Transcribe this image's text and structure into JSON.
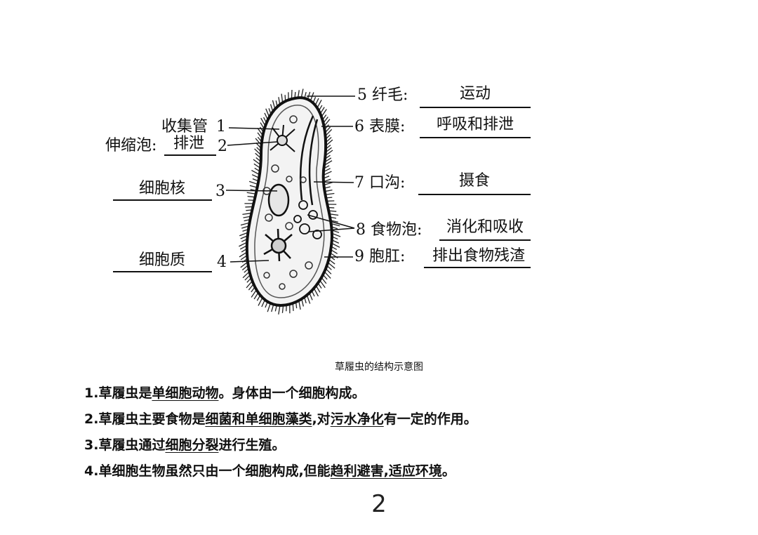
{
  "labels": {
    "collecting_duct": "收集管",
    "collecting_duct_num": "1",
    "contractile_vacuole": "伸缩泡:",
    "contractile_vacuole_answer": "排泄",
    "contractile_vacuole_num": "2",
    "nucleus": "细胞核",
    "nucleus_num": "3",
    "cytoplasm": "细胞质",
    "cytoplasm_num": "4",
    "cilia": "5 纤毛:",
    "cilia_answer": "运动",
    "membrane": "6 表膜:",
    "membrane_answer": "呼吸和排泄",
    "oral_groove": "7 口沟:",
    "oral_groove_answer": "摄食",
    "food_vacuole": "8 食物泡:",
    "food_vacuole_answer": "消化和吸收",
    "anal_pore": "9 胞肛:",
    "anal_pore_answer": "排出食物残渣"
  },
  "caption": "草履虫的结构示意图",
  "notes": {
    "n1": {
      "a": "1.草履虫是",
      "b": "单细胞动物",
      "c": "。身体由一个细胞构成。"
    },
    "n2": {
      "a": "2.草履虫主要食物是",
      "b": "细菌和单细胞藻类",
      "c": ",对",
      "d": "污水净化",
      "e": "有一定的作用。"
    },
    "n3": {
      "a": "3.草履虫通过",
      "b": "细胞分裂",
      "c": "进行生殖。"
    },
    "n4": {
      "a": "4.单细胞生物虽然只由一个细胞构成,但能",
      "b": "趋利避害,适应环境",
      "c": "。"
    }
  },
  "page_number": "2",
  "colors": {
    "ink": "#111111",
    "background": "#ffffff"
  }
}
